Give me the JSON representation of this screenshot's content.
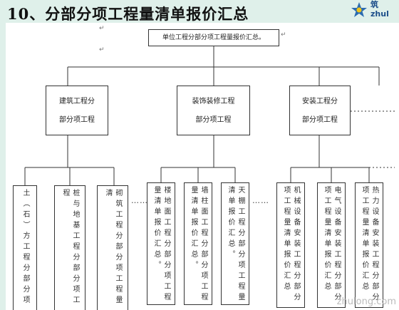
{
  "slide": {
    "title": "10、分部分项工程量清单报价汇总"
  },
  "logo": {
    "text_top": "筑",
    "text_bottom": "zhul"
  },
  "diagram": {
    "root": "单位工程分部分项工程量报价汇总。",
    "level2": [
      {
        "line1": "建筑工程分",
        "line2": "部分项工程"
      },
      {
        "line1": "装饰装修工程",
        "line2": "部分项工程"
      },
      {
        "line1": "安装工程分",
        "line2": "部分项工程"
      }
    ],
    "level3": [
      "土（石）方工程分部分项",
      "桩与地基工程分部分项工程",
      "砌筑工程分部分项工程量清",
      "楼地面工程分部分项工程量清单报价汇总。",
      "墙柱面工程分部分项工程量清单报价汇总。",
      "天棚工程分部分项工程量清单报价汇总。",
      "机械设备安装工程分部分项工程量清单报价汇总",
      "电气设备安装工程分部分项工程量清单报价汇总",
      "热力设备安装工程分部分项工程量清单报价汇总"
    ],
    "ellipsis": "……",
    "return_mark": "↵",
    "watermark": "zhulong.com"
  }
}
